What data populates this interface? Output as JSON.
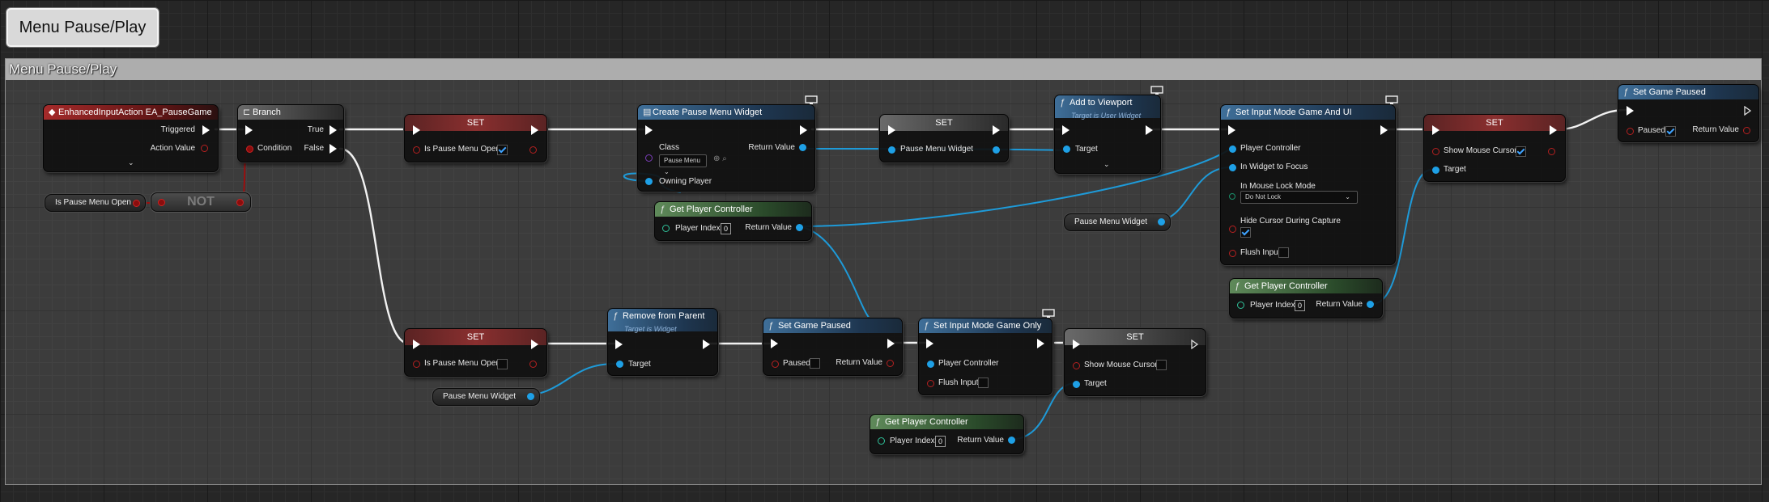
{
  "window": {
    "title": "Menu Pause/Play"
  },
  "comment": {
    "title": "Menu Pause/Play"
  },
  "nodes": {
    "input_action": {
      "title": "EnhancedInputAction EA_PauseGame",
      "triggered": "Triggered",
      "action_value": "Action Value"
    },
    "branch": {
      "title": "Branch",
      "condition": "Condition",
      "true": "True",
      "false": "False"
    },
    "is_pause_var1": {
      "label": "Is Pause Menu Open"
    },
    "not_node": {
      "label": "NOT"
    },
    "set1": {
      "title": "SET",
      "var": "Is Pause Menu Open",
      "checked": true
    },
    "set2": {
      "title": "SET",
      "var": "Is Pause Menu Open",
      "checked": false
    },
    "create_widget": {
      "title": "Create Pause Menu Widget",
      "class": "Class",
      "class_value": "Pause Menu",
      "owning_player": "Owning Player",
      "return_value": "Return Value"
    },
    "gpc1": {
      "title": "Get Player Controller",
      "player_index": "Player Index",
      "index_value": "0",
      "return_value": "Return Value"
    },
    "set3": {
      "title": "SET",
      "var": "Pause Menu Widget"
    },
    "add_viewport": {
      "title": "Add to Viewport",
      "subtitle": "Target is User Widget",
      "target": "Target"
    },
    "pause_widget_var1": {
      "label": "Pause Menu Widget"
    },
    "set_input_game_ui": {
      "title": "Set Input Mode Game And UI",
      "player_controller": "Player Controller",
      "widget_focus": "In Widget to Focus",
      "mouse_lock_mode": "In Mouse Lock Mode",
      "mouse_lock_value": "Do Not Lock",
      "hide_cursor": "Hide Cursor During Capture",
      "hide_cursor_checked": true,
      "flush_input": "Flush Input",
      "flush_checked": false
    },
    "gpc2": {
      "title": "Get Player Controller",
      "player_index": "Player Index",
      "index_value": "0",
      "return_value": "Return Value"
    },
    "set4": {
      "title": "SET",
      "var": "Show Mouse Cursor",
      "checked": true,
      "target": "Target"
    },
    "set_game_paused1": {
      "title": "Set Game Paused",
      "paused": "Paused",
      "checked": true,
      "return_value": "Return Value"
    },
    "remove_parent": {
      "title": "Remove from Parent",
      "subtitle": "Target is Widget",
      "target": "Target"
    },
    "pause_widget_var2": {
      "label": "Pause Menu Widget"
    },
    "set_game_paused2": {
      "title": "Set Game Paused",
      "paused": "Paused",
      "checked": false,
      "return_value": "Return Value"
    },
    "set_input_game_only": {
      "title": "Set Input Mode Game Only",
      "player_controller": "Player Controller",
      "flush_input": "Flush Input",
      "flush_checked": false
    },
    "gpc3": {
      "title": "Get Player Controller",
      "player_index": "Player Index",
      "index_value": "0",
      "return_value": "Return Value"
    },
    "set5": {
      "title": "SET",
      "var": "Show Mouse Cursor",
      "checked": false,
      "target": "Target"
    }
  },
  "colors": {
    "exec": "#ffffff",
    "object": "#1ea0e6",
    "bool": "#8a0d0d",
    "int": "#2fc29a"
  }
}
